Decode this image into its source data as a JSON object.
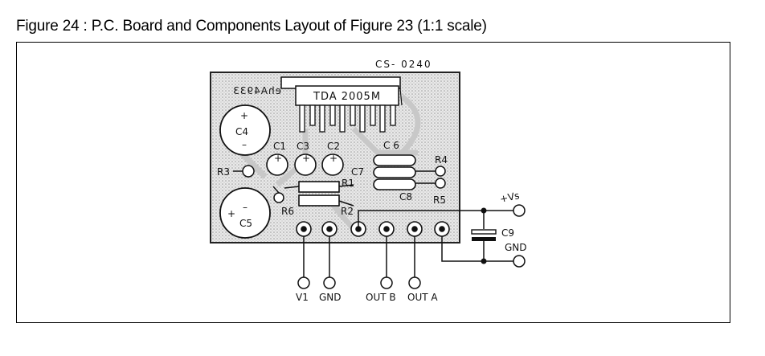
{
  "caption": "Figure 24 : P.C. Board and Components Layout of Figure 23 (1:1 scale)",
  "diagram": {
    "board_code": "CS- 0240",
    "mirrored_code": "ehA4933",
    "ic": "TDA 2005M",
    "components": {
      "c1": "C1",
      "c2": "C2",
      "c3": "C3",
      "c4": "C4",
      "c5": "C5",
      "c6": "C 6",
      "c7": "C7",
      "c8": "C8",
      "c9": "C9",
      "r1": "R1",
      "r2": "R2",
      "r3": "R3",
      "r4": "R4",
      "r5": "R5",
      "r6": "R6"
    },
    "terminals": {
      "vs": "+Vs",
      "gnd_right": "GND",
      "v1": "V1",
      "gnd_bottom": "GND",
      "out_b": "OUT B",
      "out_a": "OUT A"
    }
  }
}
